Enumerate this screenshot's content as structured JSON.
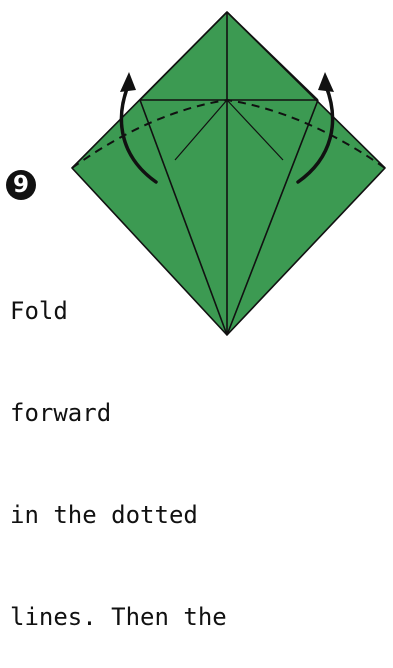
{
  "diagram": {
    "paper_color": "#3c9a52",
    "line_color": "#111111",
    "arrow_color": "#111111"
  },
  "step": {
    "number": "9",
    "instruction_lines": [
      "Fold",
      "forward",
      "in the dotted",
      "lines. Then the"
    ]
  }
}
